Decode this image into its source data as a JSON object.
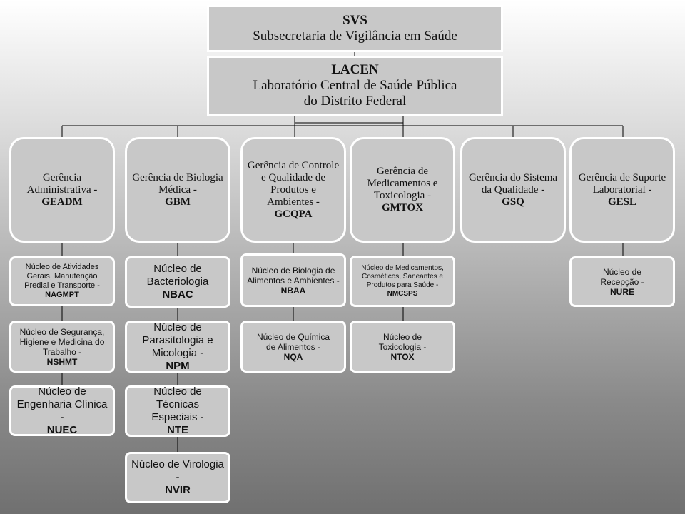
{
  "top": [
    {
      "code": "SVS",
      "name": "Subsecretaria de Vigilância em Saúde"
    },
    {
      "code": "LACEN",
      "name": "Laboratório Central de Saúde Pública do Distrito Federal"
    }
  ],
  "gerencias": [
    {
      "name": "Gerência Administrativa -",
      "code": "GEADM"
    },
    {
      "name": "Gerência de Biologia Médica -",
      "code": "GBM"
    },
    {
      "name": "Gerência de Controle e Qualidade de Produtos e Ambientes -",
      "code": "GCQPA"
    },
    {
      "name": "Gerência de Medicamentos e Toxicologia -",
      "code": "GMTOX"
    },
    {
      "name": "Gerência do Sistema da Qualidade -",
      "code": "GSQ"
    },
    {
      "name": "Gerência de Suporte Laboratorial -",
      "code": "GESL"
    }
  ],
  "nucleos": [
    {
      "name": "Núcleo de Atividades Gerais, Manutenção Predial e Transporte -",
      "code": "NAGMPT"
    },
    {
      "name": "Núcleo de Segurança, Higiene e Medicina do Trabalho -",
      "code": "NSHMT"
    },
    {
      "name": "Núcleo de Engenharia Clínica -",
      "code": "NUEC"
    },
    {
      "name": "Núcleo de Bacteriologia",
      "code": "NBAC"
    },
    {
      "name": "Núcleo de Parasitologia e Micologia -",
      "code": "NPM"
    },
    {
      "name": "Núcleo de Técnicas Especiais -",
      "code": "NTE"
    },
    {
      "name": "Núcleo de Virologia -",
      "code": "NVIR"
    },
    {
      "name": "Núcleo de Biologia de Alimentos e Ambientes -",
      "code": "NBAA"
    },
    {
      "name": "Núcleo de Química de Alimentos -",
      "code": "NQA"
    },
    {
      "name": "Núcleo de Medicamentos, Cosméticos, Saneantes e Produtos para Saúde -",
      "code": "NMCSPS"
    },
    {
      "name": "Núcleo de Toxicologia -",
      "code": "NTOX"
    },
    {
      "name": "Núcleo de Recepção -",
      "code": "NURE"
    }
  ]
}
